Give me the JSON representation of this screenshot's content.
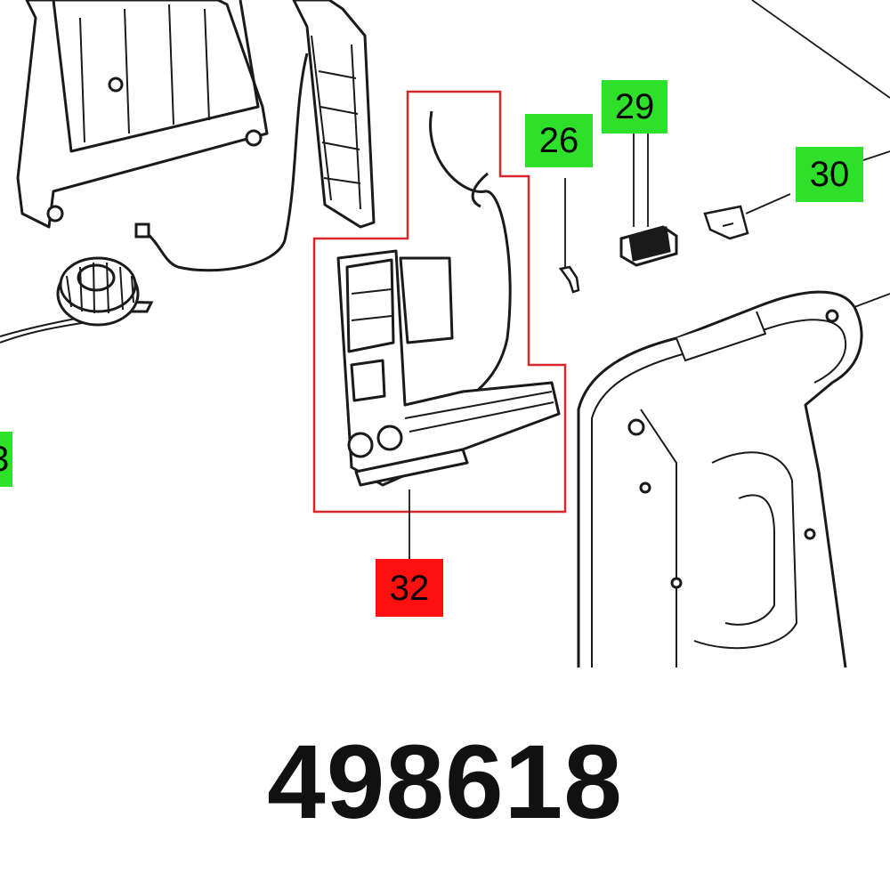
{
  "callouts": {
    "c26": "26",
    "c29": "29",
    "c30": "30",
    "c32": "32",
    "edge": "3"
  },
  "part_number": "498618",
  "colors": {
    "callout_green": "#2fe02a",
    "callout_red": "#ff1010",
    "highlight_box": "#d8262b",
    "line_art": "#1a1a1a"
  }
}
